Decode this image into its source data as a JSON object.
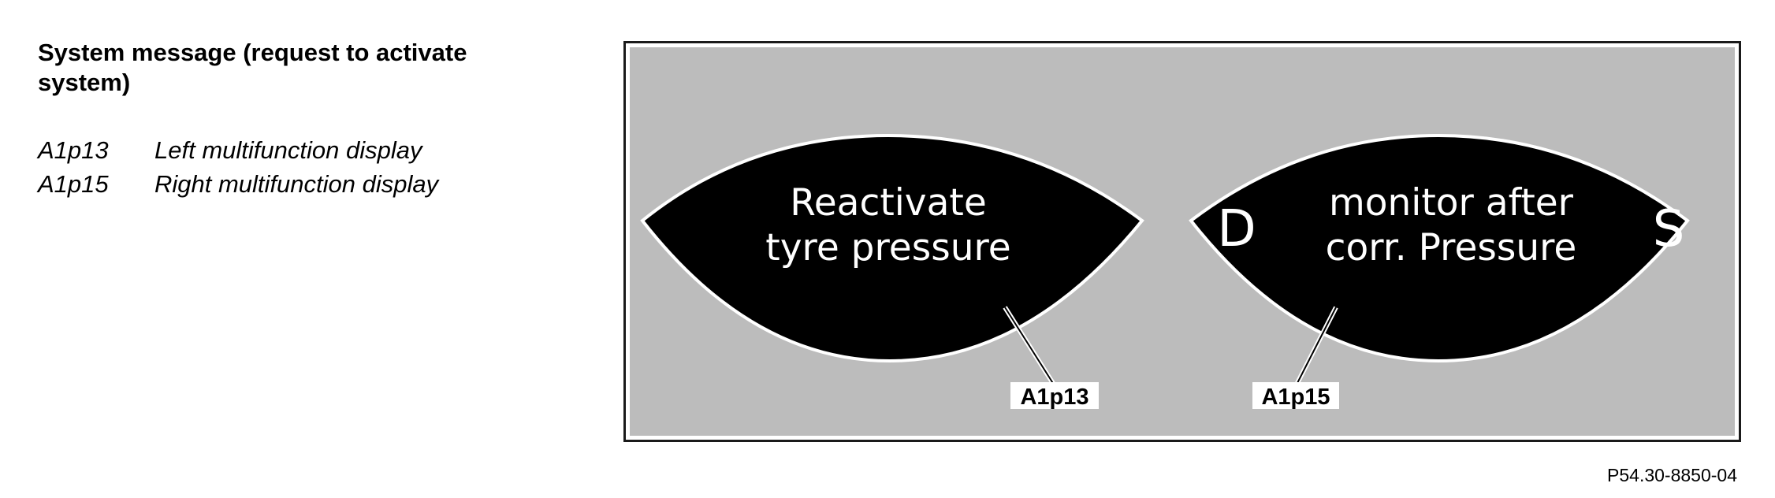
{
  "heading": "System message (request to activate system)",
  "legend": [
    {
      "code": "A1p13",
      "description": "Left multifunction display"
    },
    {
      "code": "A1p15",
      "description": "Right multifunction display"
    }
  ],
  "displays": {
    "left": {
      "line1": "Reactivate",
      "line2": "tyre pressure",
      "callout": "A1p13"
    },
    "right": {
      "line1": "monitor after",
      "line2": "corr. Pressure",
      "left_letter": "D",
      "right_letter": "S",
      "callout": "A1p15"
    }
  },
  "figure_id": "P54.30-8850-04",
  "colors": {
    "panel_background": "#bcbcbc",
    "display_fill": "#000000",
    "display_text": "#ffffff"
  }
}
